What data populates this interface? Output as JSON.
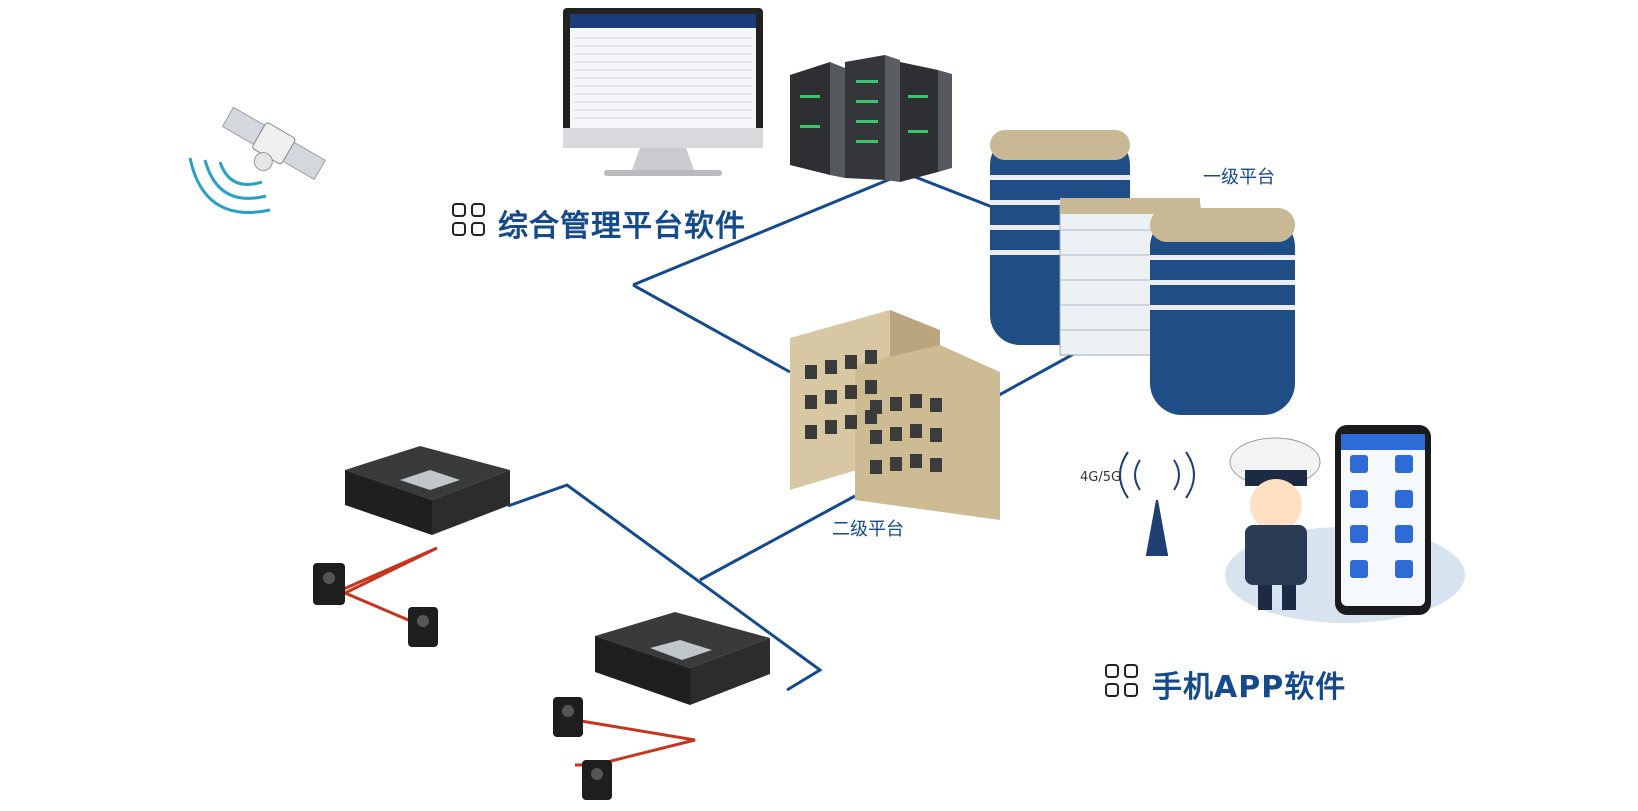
{
  "titles": {
    "management_software": "综合管理平台软件",
    "mobile_app_software": "手机APP软件"
  },
  "labels": {
    "level1_platform": "一级平台",
    "level2_platform": "二级平台",
    "network": "4G/5G"
  },
  "icons": {
    "title_icon": "four-squares-icon",
    "satellite": "satellite-icon",
    "tower": "signal-tower-icon"
  },
  "colors": {
    "link_blue": "#154a8c",
    "camera_link_red": "#c8351e",
    "title_blue": "#154a8c"
  }
}
